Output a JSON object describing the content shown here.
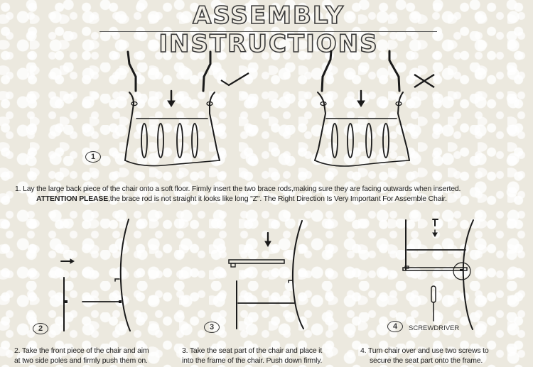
{
  "header": {
    "title": "ASSEMBLY INSTRUCTIONS"
  },
  "step1": {
    "number": "1",
    "correct_mark": "check-icon",
    "incorrect_mark": "cross-icon",
    "line1": "1.   Lay the large back piece of the chair onto a soft floor. Firmly insert the two brace rods,making sure they are facing outwards when inserted.",
    "attention_label": "ATTENTION PLEASE",
    "line2": ",the brace rod is not straight it looks like long \"Z\". The Right Direction Is Very Important For Assemble Chair."
  },
  "step2": {
    "number": "2",
    "caption_line1": "2. Take the front piece of the chair and aim",
    "caption_line2": "at two side poles and firmly push them on."
  },
  "step3": {
    "number": "3",
    "caption_line1": "3. Take the seat part of the chair and place it",
    "caption_line2": "into the frame of the chair. Push down firmly."
  },
  "step4": {
    "number": "4",
    "tool_label": "SCREWDRIVER",
    "caption_line1": "4. Turn chair over and use two screws to",
    "caption_line2": "secure the seat part onto the frame."
  },
  "colors": {
    "background": "#ece9df",
    "ink": "#222222"
  }
}
